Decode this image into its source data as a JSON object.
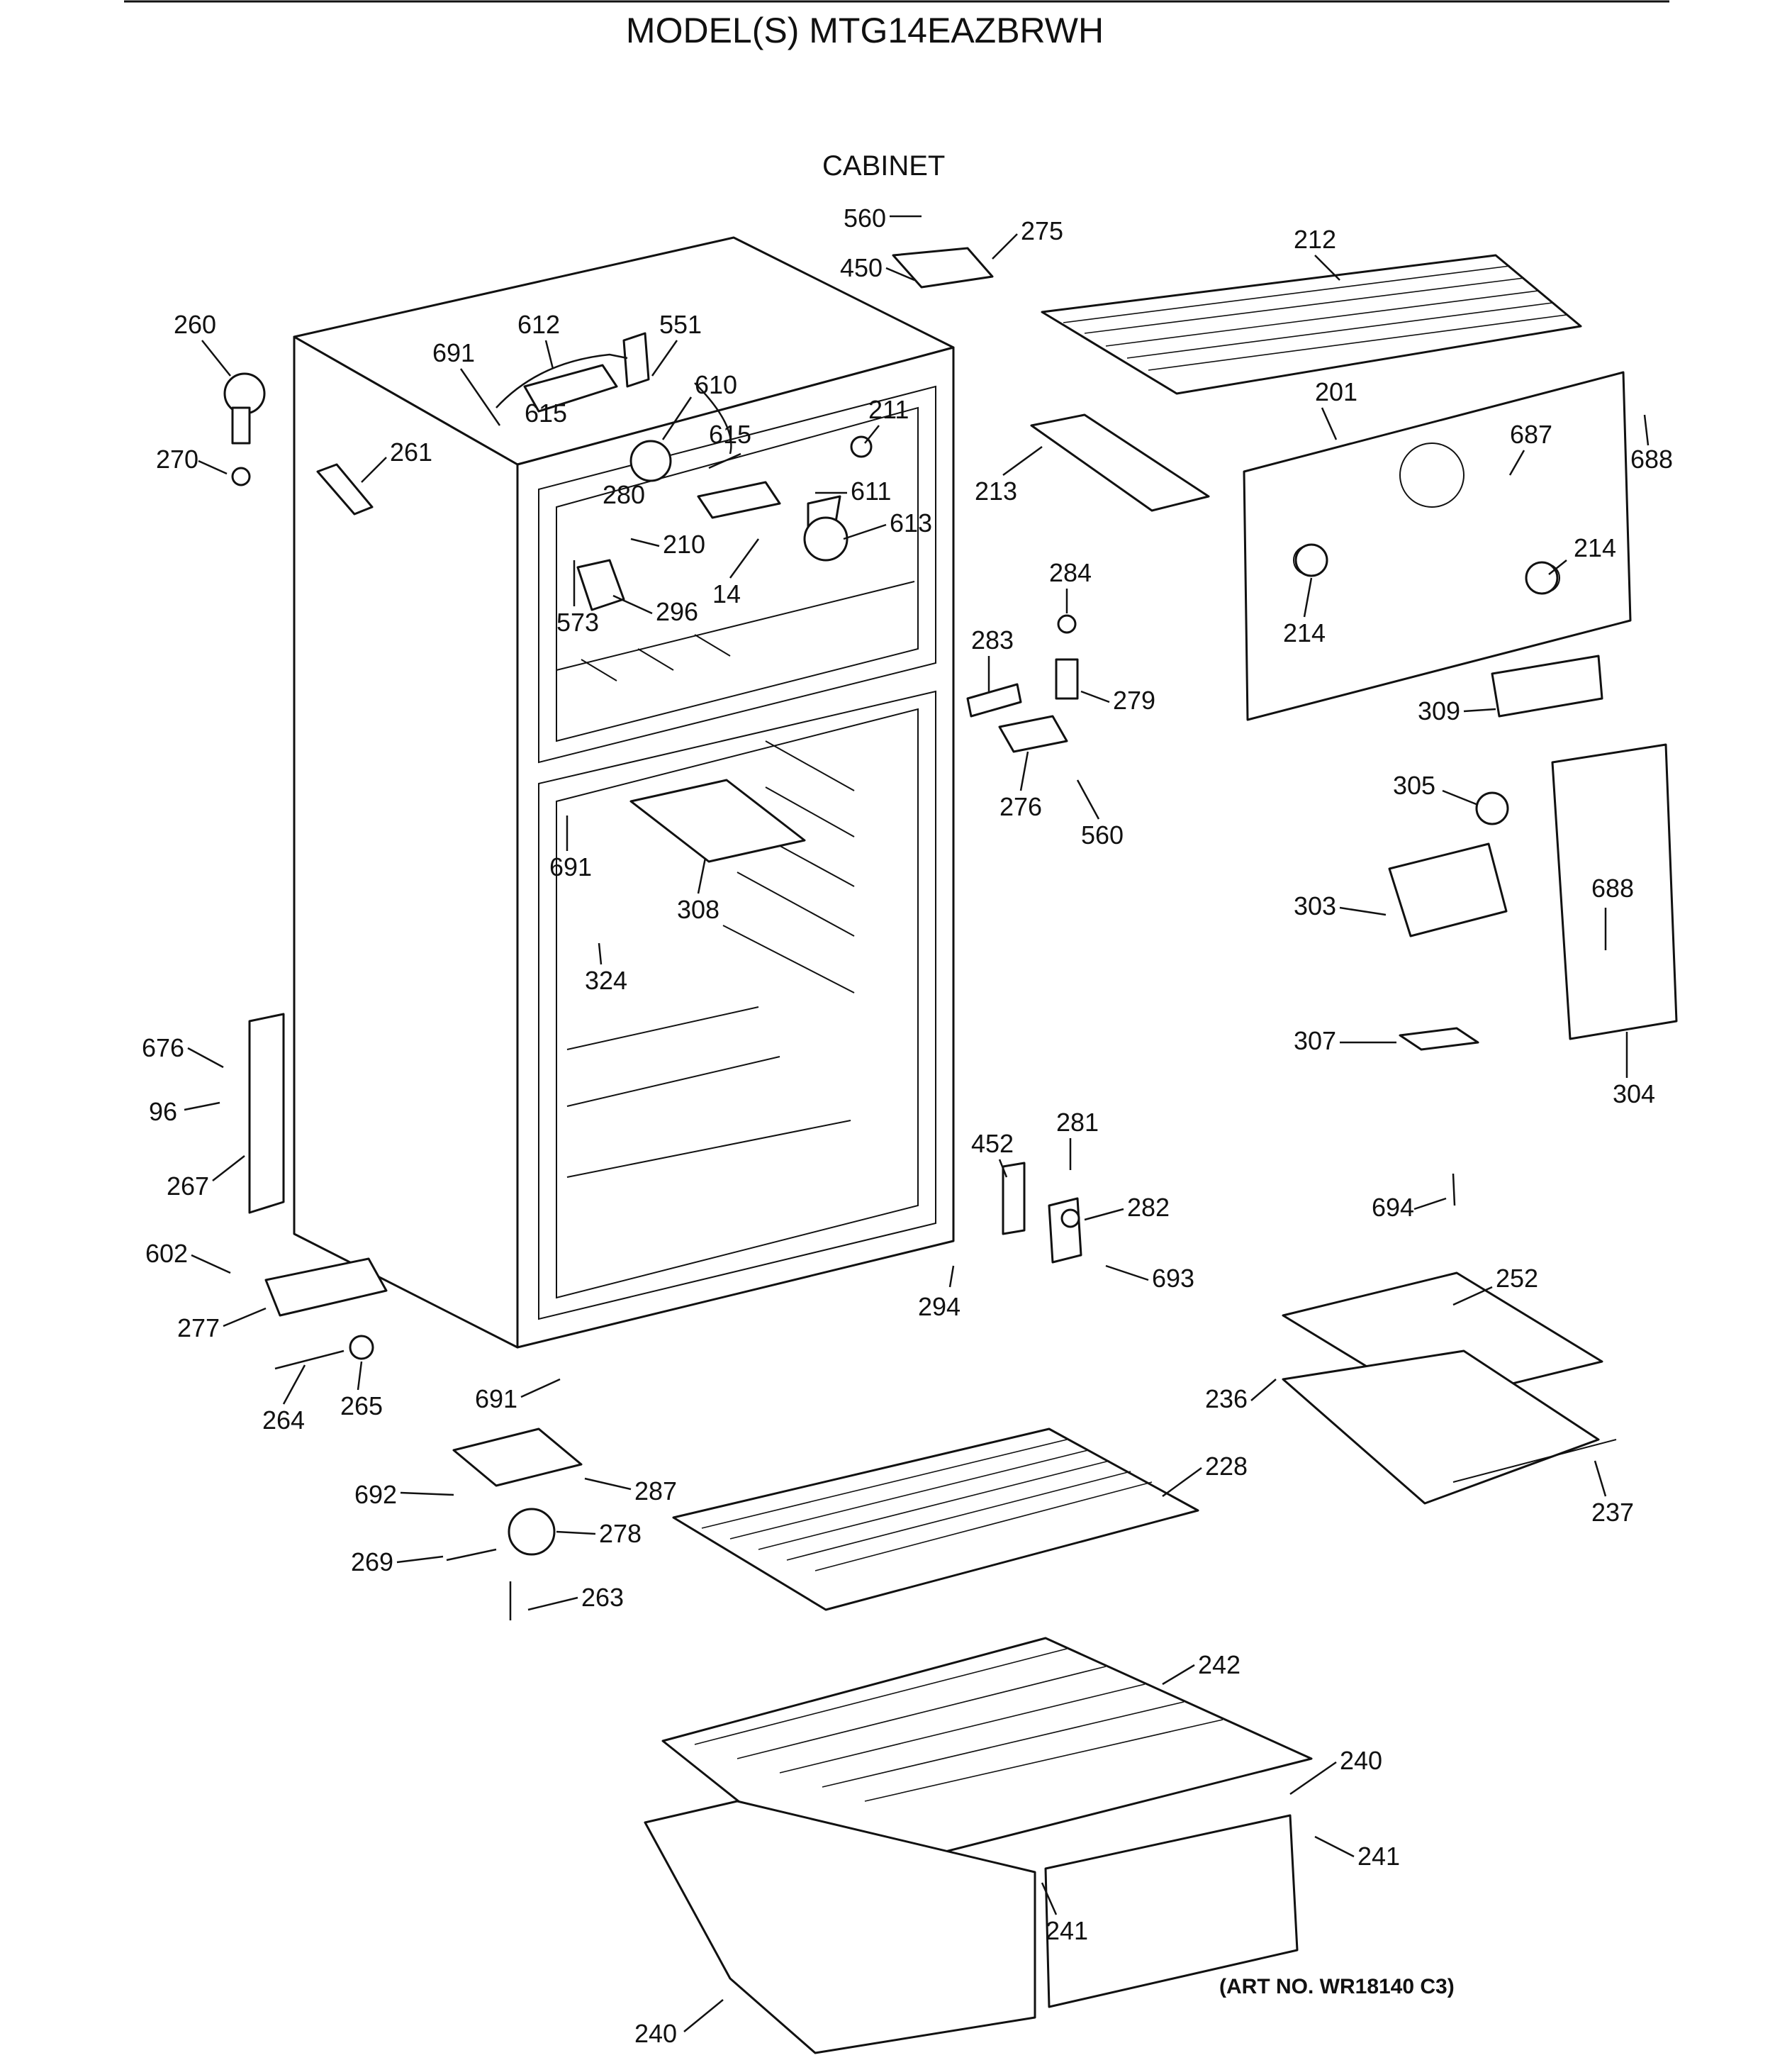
{
  "header": {
    "model_title": "MODEL(S) MTG14EAZBRWH",
    "section_title": "CABINET",
    "art_number": "(ART NO. WR18140 C3)"
  },
  "part_callouts": [
    "560",
    "275",
    "450",
    "212",
    "260",
    "612",
    "551",
    "691",
    "610",
    "615",
    "211",
    "201",
    "687",
    "688",
    "270",
    "261",
    "280",
    "611",
    "213",
    "613",
    "210",
    "573",
    "296",
    "14",
    "284",
    "214",
    "283",
    "279",
    "309",
    "276",
    "305",
    "303",
    "307",
    "304",
    "676",
    "96",
    "267",
    "308",
    "324",
    "452",
    "281",
    "282",
    "693",
    "694",
    "602",
    "277",
    "294",
    "252",
    "264",
    "265",
    "236",
    "237",
    "228",
    "692",
    "287",
    "278",
    "269",
    "263",
    "242",
    "240",
    "241"
  ]
}
